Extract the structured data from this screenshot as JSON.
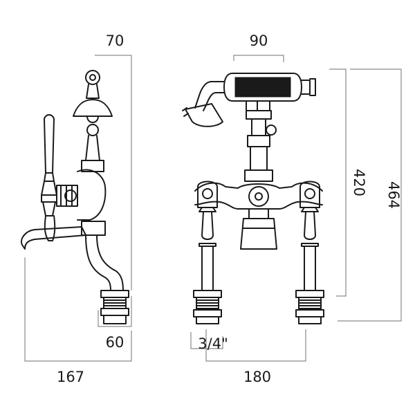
{
  "diagram": {
    "side_view": {
      "dim_top": "70",
      "dim_bottom_inner": "60",
      "dim_bottom_outer": "167"
    },
    "front_view": {
      "dim_top": "90",
      "dim_inlet": "3/4\"",
      "dim_centres": "180",
      "dim_height_inner": "420",
      "dim_height_outer": "464"
    }
  }
}
